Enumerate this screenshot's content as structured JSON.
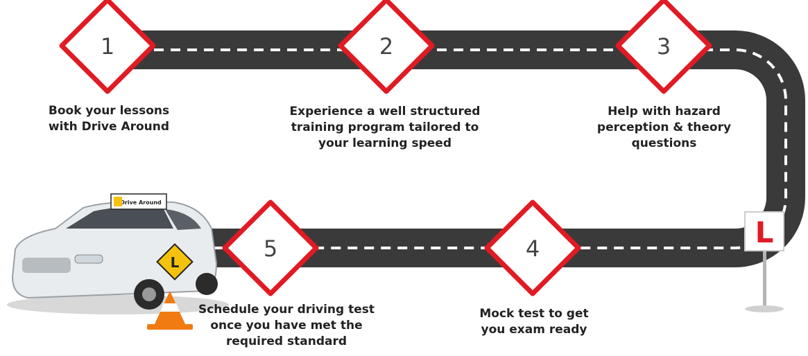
{
  "colors": {
    "road": "#3a3a3a",
    "lane_marking": "#ffffff",
    "diamond_border": "#e01b24",
    "diamond_fill": "#ffffff",
    "step_number": "#444444",
    "caption_text": "#222222",
    "l_plate_red": "#e01b24"
  },
  "steps": [
    {
      "number": "1",
      "caption": [
        "Book your lessons",
        "with Drive Around"
      ]
    },
    {
      "number": "2",
      "caption": [
        "Experience a well structured",
        "training program tailored to",
        "your learning speed"
      ]
    },
    {
      "number": "3",
      "caption": [
        "Help with hazard",
        "perception & theory",
        "questions"
      ]
    },
    {
      "number": "4",
      "caption": [
        "Mock test to get",
        "you exam ready"
      ]
    },
    {
      "number": "5",
      "caption": [
        "Schedule your driving test",
        "once you have met the",
        "required standard"
      ]
    }
  ],
  "car": {
    "roof_sign_text": "Drive Around",
    "door_plate_letter": "L"
  },
  "l_plate_sign": {
    "letter": "L"
  }
}
